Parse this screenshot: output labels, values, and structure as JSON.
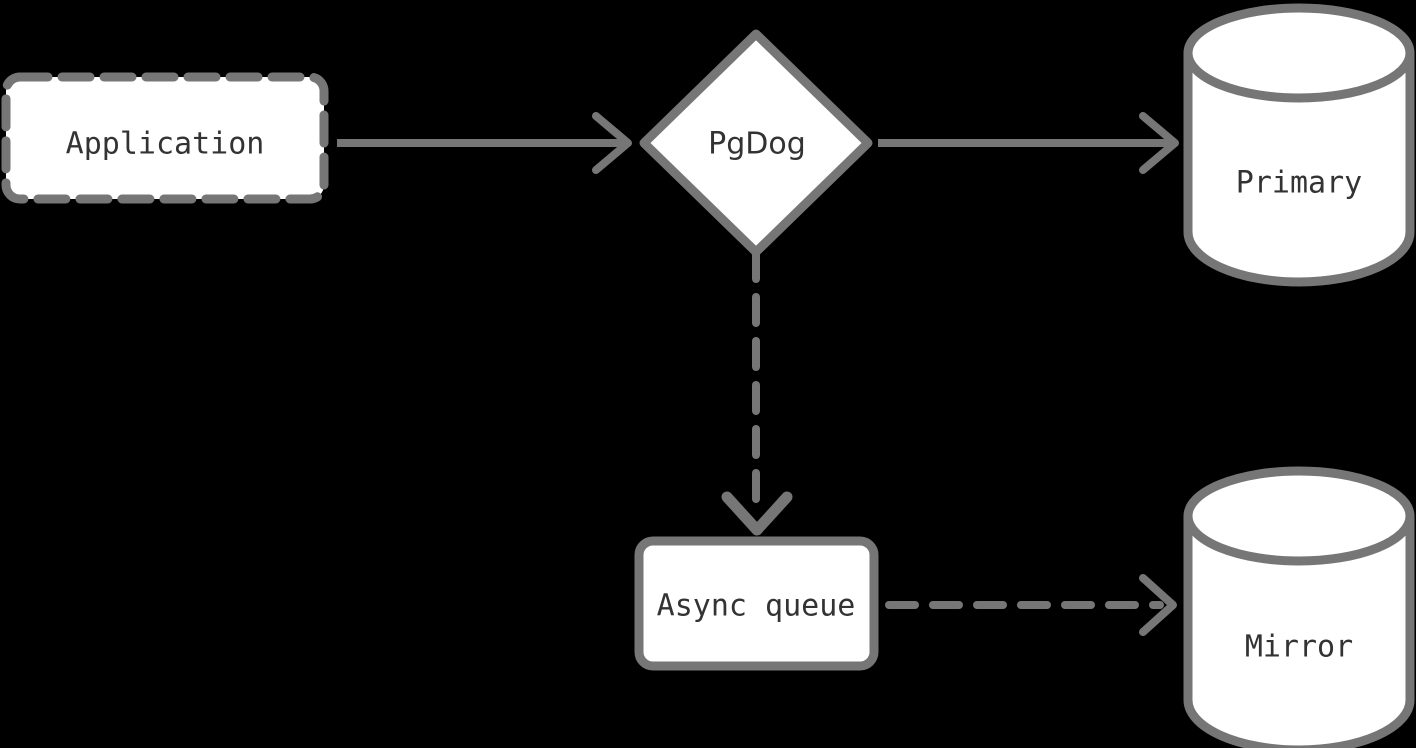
{
  "diagram": {
    "type": "flowchart",
    "direction": "left-to-right",
    "background_color": "#000000",
    "stroke_color": "#767676",
    "node_fill_color": "#ffffff",
    "text_color": "#333333",
    "nodes": [
      {
        "id": "application",
        "label": "Application",
        "shape": "rounded-rectangle",
        "border_style": "dashed",
        "font": "monospace"
      },
      {
        "id": "pgdog",
        "label": "PgDog",
        "shape": "diamond",
        "border_style": "solid",
        "font": "sans-serif"
      },
      {
        "id": "primary",
        "label": "Primary",
        "shape": "cylinder",
        "border_style": "solid",
        "font": "monospace"
      },
      {
        "id": "async-queue",
        "label": "Async queue",
        "shape": "rounded-rectangle",
        "border_style": "solid",
        "font": "monospace"
      },
      {
        "id": "mirror",
        "label": "Mirror",
        "shape": "cylinder",
        "border_style": "solid",
        "font": "monospace"
      }
    ],
    "edges": [
      {
        "id": "application-to-pgdog",
        "from": "application",
        "to": "pgdog",
        "line_style": "solid",
        "arrowhead": "open-chevron",
        "label": ""
      },
      {
        "id": "pgdog-to-primary",
        "from": "pgdog",
        "to": "primary",
        "line_style": "solid",
        "arrowhead": "open-chevron",
        "label": ""
      },
      {
        "id": "pgdog-to-async-queue",
        "from": "pgdog",
        "to": "async-queue",
        "line_style": "dashed",
        "arrowhead": "open-chevron",
        "label": ""
      },
      {
        "id": "async-queue-to-mirror",
        "from": "async-queue",
        "to": "mirror",
        "line_style": "dashed",
        "arrowhead": "open-chevron",
        "label": ""
      }
    ]
  }
}
